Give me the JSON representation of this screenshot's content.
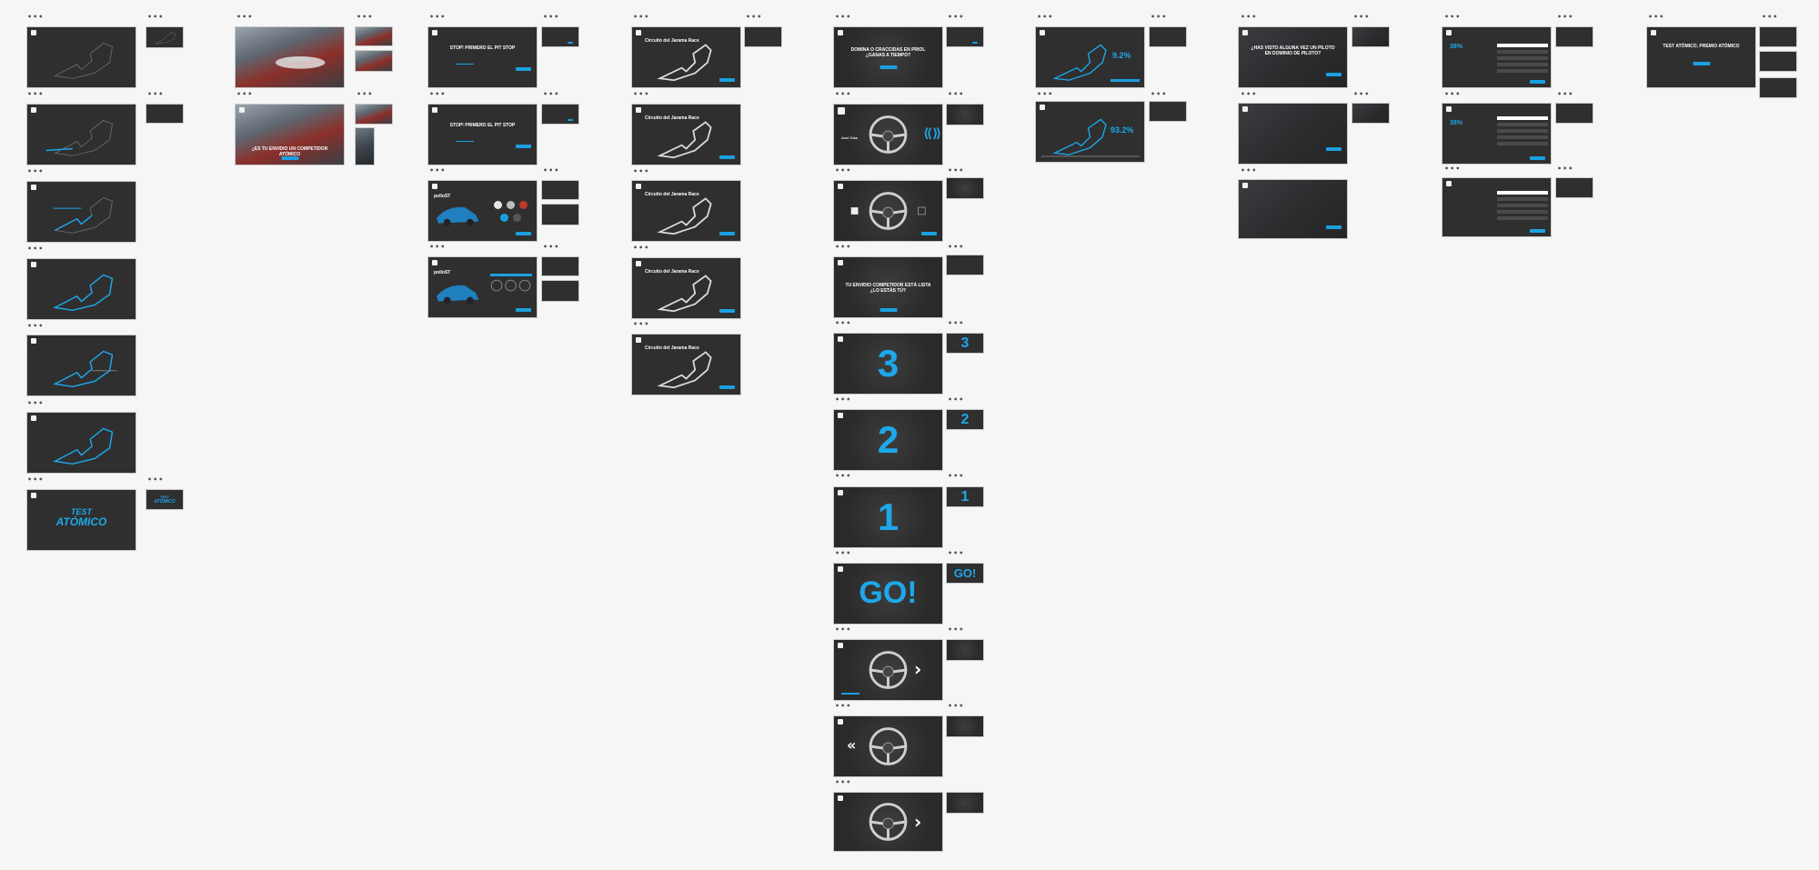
{
  "board": {
    "background": "#f6f6f6",
    "frame_color": "#2f2f2f",
    "accent_color": "#1ea7ea",
    "frame_menu_label": "•••"
  },
  "texts": {
    "test_line1": "TEST",
    "test_line2": "ATÓMICO",
    "test_small1": "TEST",
    "test_small2": "ATÓMICO",
    "competitor_banner": "¿ES TU ENVIDIO UN COMPETIDOR ATÓMICO",
    "pitstop_1": "STOP! PRIMERO EL PIT STOP",
    "pitstop_2": "STOP! PRIMERO EL PIT STOP",
    "car_title_1": "polloST",
    "car_title_2": "polloST",
    "circuit_1": "Circuito del Jarama Race",
    "circuit_2": "Circuito del Jarama Race",
    "circuit_3": "Circuito del Jarama Race",
    "circuit_4": "Circuito del Jarama Race",
    "circuit_5": "Circuito del Jarama Race",
    "wheel_question": "DOMINA O CRACCIDAS EN PRIOL\n¿GANAS A TIEMPO?",
    "ready_question": "TU ENVIDIO COMPETIDOR ESTÁ LISTA\n¿LO ESTÁS TÚ?",
    "user_name": "Axel Cías",
    "count_3": "3",
    "count_2": "2",
    "count_1": "1",
    "count_go": "GO!",
    "count_3_small": "3",
    "count_2_small": "2",
    "count_1_small": "1",
    "count_go_small": "GO!",
    "arrow_right": "›",
    "arrow_left": "«",
    "pct_1": "9.2%",
    "pct_2": "93.2%",
    "pilot_question": "¿HAS VISTO ALGUNA VEZ UN PILOTO\nEN DOMINIO DE PILOTO?",
    "final_title": "TEST ATÓMICO, PREMIO ATÓMICO",
    "ranking_pct_1": "38%",
    "ranking_pct_2": "38%"
  }
}
